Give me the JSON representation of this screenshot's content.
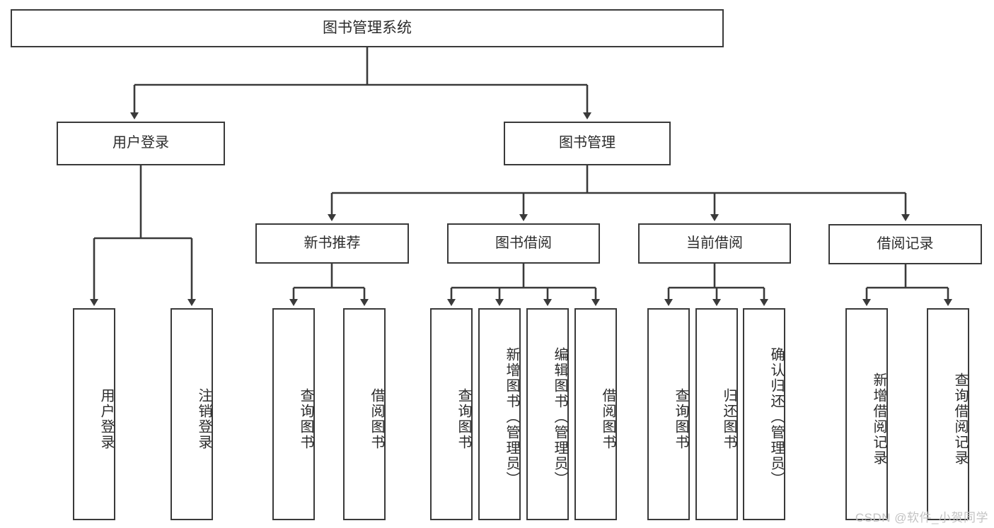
{
  "diagram": {
    "title": "图书管理系统",
    "type": "tree-hierarchy-functional-decomposition",
    "stroke_color": "#3a3a3a",
    "background_color": "#ffffff",
    "root": {
      "label": "图书管理系统"
    },
    "level1": [
      {
        "label": "用户登录"
      },
      {
        "label": "图书管理"
      }
    ],
    "level2": [
      {
        "label": "新书推荐"
      },
      {
        "label": "图书借阅"
      },
      {
        "label": "当前借阅"
      },
      {
        "label": "借阅记录"
      }
    ],
    "leaves": {
      "user_login": [
        {
          "label": "用户登录"
        },
        {
          "label": "注销登录"
        }
      ],
      "new_book_recommend": [
        {
          "label": "查询图书"
        },
        {
          "label": "借阅图书"
        }
      ],
      "book_borrow": [
        {
          "label": "查询图书"
        },
        {
          "label": "新增图书（管理员）"
        },
        {
          "label": "编辑图书（管理员）"
        },
        {
          "label": "借阅图书"
        }
      ],
      "current_borrow": [
        {
          "label": "查询图书"
        },
        {
          "label": "归还图书"
        },
        {
          "label": "确认归还（管理员）"
        }
      ],
      "borrow_record": [
        {
          "label": "新增借阅记录"
        },
        {
          "label": "查询借阅记录"
        }
      ]
    }
  },
  "watermark": {
    "text": "CSDN @软件_小贺同学"
  }
}
